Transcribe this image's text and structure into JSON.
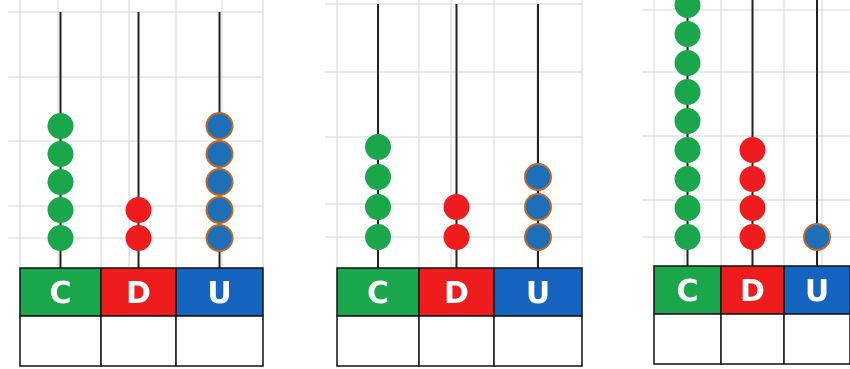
{
  "abaci": [
    {
      "columns": [
        {
          "letter": "C",
          "color": "#1aa64a",
          "beads": 5
        },
        {
          "letter": "D",
          "color": "#ee1c1c",
          "beads": 2
        },
        {
          "letter": "U",
          "color": "#1565c0",
          "beads": 5
        }
      ]
    },
    {
      "columns": [
        {
          "letter": "C",
          "color": "#1aa64a",
          "beads": 4
        },
        {
          "letter": "D",
          "color": "#ee1c1c",
          "beads": 2
        },
        {
          "letter": "U",
          "color": "#1565c0",
          "beads": 3
        }
      ]
    },
    {
      "columns": [
        {
          "letter": "C",
          "color": "#1aa64a",
          "beads": 9
        },
        {
          "letter": "D",
          "color": "#ee1c1c",
          "beads": 4
        },
        {
          "letter": "U",
          "color": "#1565c0",
          "beads": 1
        }
      ]
    }
  ],
  "bead_colors": {
    "C": "#1aa64a",
    "D": "#ee1c1c",
    "U": "#1f6fb8",
    "U_outline": "#c0672a"
  },
  "header_colors": {
    "C": "#1aa64a",
    "D": "#ee1c1c",
    "U": "#1565c0"
  }
}
